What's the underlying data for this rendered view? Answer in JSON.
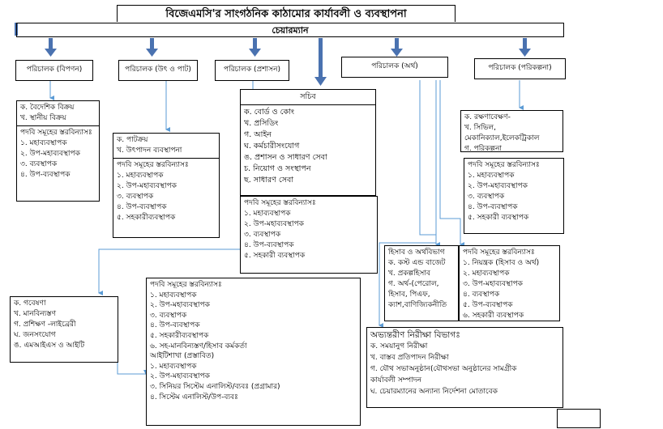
{
  "title": "বিজেএমসি'র সাংগঠনিক কাঠামোর কার্যাবলী ও ব্যবস্থাপনা",
  "chairman": "চেয়ারম্যান",
  "directors": [
    "পরিচালক (বিপণন)",
    "পরিচালক (উৎ ও পাট)",
    "পরিচালক (প্রশাসন)",
    "পরিচালক (অর্থ)",
    "পরিচালক (পরিকল্পনা)"
  ],
  "marketing": {
    "items": [
      "ক. বৈদেশিক বিক্রয়",
      "খ. স্থানীয় বিক্রয়"
    ],
    "posts_title": "পদবি সমূহের স্তরবিন্যাসঃ",
    "posts": [
      "১. মহাব্যবস্থাপক",
      "২. উপ-মহাব্যবস্থাপক",
      "৩. ব্যবস্থাপক",
      "৪. উপ-ব্যবস্থাপক"
    ]
  },
  "production": {
    "items": [
      "ক. পাটক্রয়",
      "খ. উৎপাদন ব্যবস্থাপনা"
    ],
    "posts_title": "পদবি সমূহের স্তরবিন্যাসঃ",
    "posts": [
      "১. মহাব্যবস্থাপক",
      "২. উপ-মহাব্যবস্থাপক",
      "৩. ব্যবস্থাপক",
      "৪. উপ-ব্যবস্থাপক",
      "৫. সহকারীব্যবস্থাপক"
    ]
  },
  "secretary": {
    "title": "সচিব",
    "items": [
      "ক. বোর্ড ও কোং",
      "খ. প্রসিডিং",
      "গ. আইন",
      "ঘ. কর্মচারীসংযোগ",
      "ঙ. প্রশাসন ও সাধারণ সেবা",
      "চ. নিয়োগ ও সংস্থাপন",
      "ছ. সাধারণ সেবা"
    ],
    "posts_title": "পদবি সমূহের স্তরবিন্যাসঃ",
    "posts": [
      "১. মহাব্যবস্থাপক",
      "২. উপ-মহাব্যবস্থাপক",
      "৩. ব্যবস্থাপক",
      "৪. উপ-ব্যবস্থাপক",
      "৫. সহকারী ব্যবস্থাপক"
    ]
  },
  "planning": {
    "items": [
      "ক. রক্ষণাবেক্ষণ-",
      "খ. সিভিল,",
      "মেকানিক্যাল,ইলেকট্রিকাল",
      "গ. পরিকল্পনা"
    ],
    "posts_title": "পদবি সমূহের স্তরবিন্যাসঃ",
    "posts": [
      "১. মহাব্যবস্থাপক",
      "২. উপ-মহাব্যবস্থাপক",
      "৩. ব্যবস্থাপক",
      "৪. উপ-ব্যবস্থাপক",
      "৫. সহকারী ব্যবস্থাপক"
    ]
  },
  "accounts": {
    "title": "হিসাব ও অর্থবিভাগ",
    "items": [
      "ক. কস্ট এন্ড বাজেট",
      "খ. প্রকল্পহিসাব",
      "গ. অর্থ-(পেরোল,",
      "হিসাব, পিএফ,",
      "ক্যাশ,বাণিজ্যিকনীতি"
    ]
  },
  "finance_posts": {
    "title": "পদবি সমূহের স্তরবিন্যাসঃ",
    "posts": [
      "১. নিয়ন্ত্রক (হিসাব ও অর্থ)",
      "২. মহাব্যবস্থাপক",
      "৩. উপ-মহাব্যবস্থাপক",
      "৪. ব্যবস্থাপক",
      "৫. উপ-ব্যবস্থাপক",
      "৬. সহকারী ব্যবস্থাপক"
    ]
  },
  "research": {
    "items": [
      "ক. গবেষণা",
      "খ. মানবিন্যস্তণ",
      "গ. প্রশিক্ষণ -লাইব্রেরী",
      "ঘ. জনসংযোগ",
      "ঙ. এমআইএস ও আইটি"
    ]
  },
  "hr_posts": {
    "title": "পদবি সমূহের স্তরবিন্যাসঃ",
    "posts": [
      "১. মহাব্যবস্থাপক",
      "২. উপ-মহাব্যবস্থাপক",
      "৩. ব্যবস্থাপক",
      "৪. উপ-ব্যবস্থাপক",
      "৫. সহকারীব্যবস্থাপক",
      "৬. সহ-মানবিন্যস্তণ/হিসাব কর্মকর্তা"
    ],
    "it_title": "আইটিশাখা (প্রস্তাবিত)",
    "it_posts": [
      "১. মহাব্যবস্থাপক",
      "২. উপ-মহাব্যবস্থাপক",
      "৩. সিনিয়র সিস্টেম এনালিস্ট/ব্যবঃ (প্রগ্রামার)",
      "৪. সিস্টেম এনালিস্ট/উপ-ব্যবঃ"
    ]
  },
  "audit": {
    "title": "অভ্যন্তরীণ নিরীক্ষা বিভাগঃ",
    "items": [
      "ক. সময়ানুগ নিরীক্ষা",
      "খ. বাস্তব প্রতিপাদন নিরীক্ষা",
      "গ. যৌথ সভাঅনুষ্ঠান(যৌথসভা অনুষ্ঠানের সামগ্রীক",
      "কার্যাবলী সম্পাদন",
      "ঘ. চেয়ারম্যানের অন্যান্য নির্দেশনা মোতাবেক"
    ]
  },
  "colors": {
    "arrow": "#4a72b0",
    "connector": "#5b9bd5",
    "border": "#000000"
  }
}
